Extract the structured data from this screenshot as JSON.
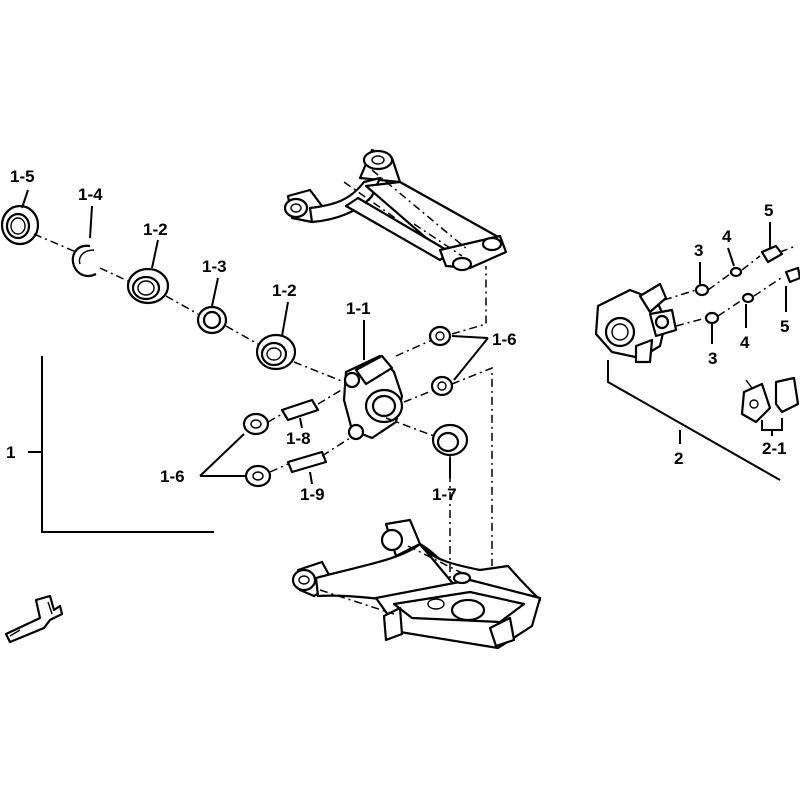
{
  "labels": {
    "l1": "1",
    "l1_1": "1-1",
    "l1_2a": "1-2",
    "l1_2b": "1-2",
    "l1_3": "1-3",
    "l1_4": "1-4",
    "l1_5": "1-5",
    "l1_6a": "1-6",
    "l1_6b": "1-6",
    "l1_7": "1-7",
    "l1_8": "1-8",
    "l1_9": "1-9",
    "l2": "2",
    "l2_1": "2-1",
    "l3a": "3",
    "l3b": "3",
    "l4a": "4",
    "l4b": "4",
    "l5a": "5",
    "l5b": "5"
  },
  "icons": {
    "front_arrow": "front-direction-arrow-icon"
  },
  "colors": {
    "line": "#000000",
    "background": "#ffffff"
  }
}
